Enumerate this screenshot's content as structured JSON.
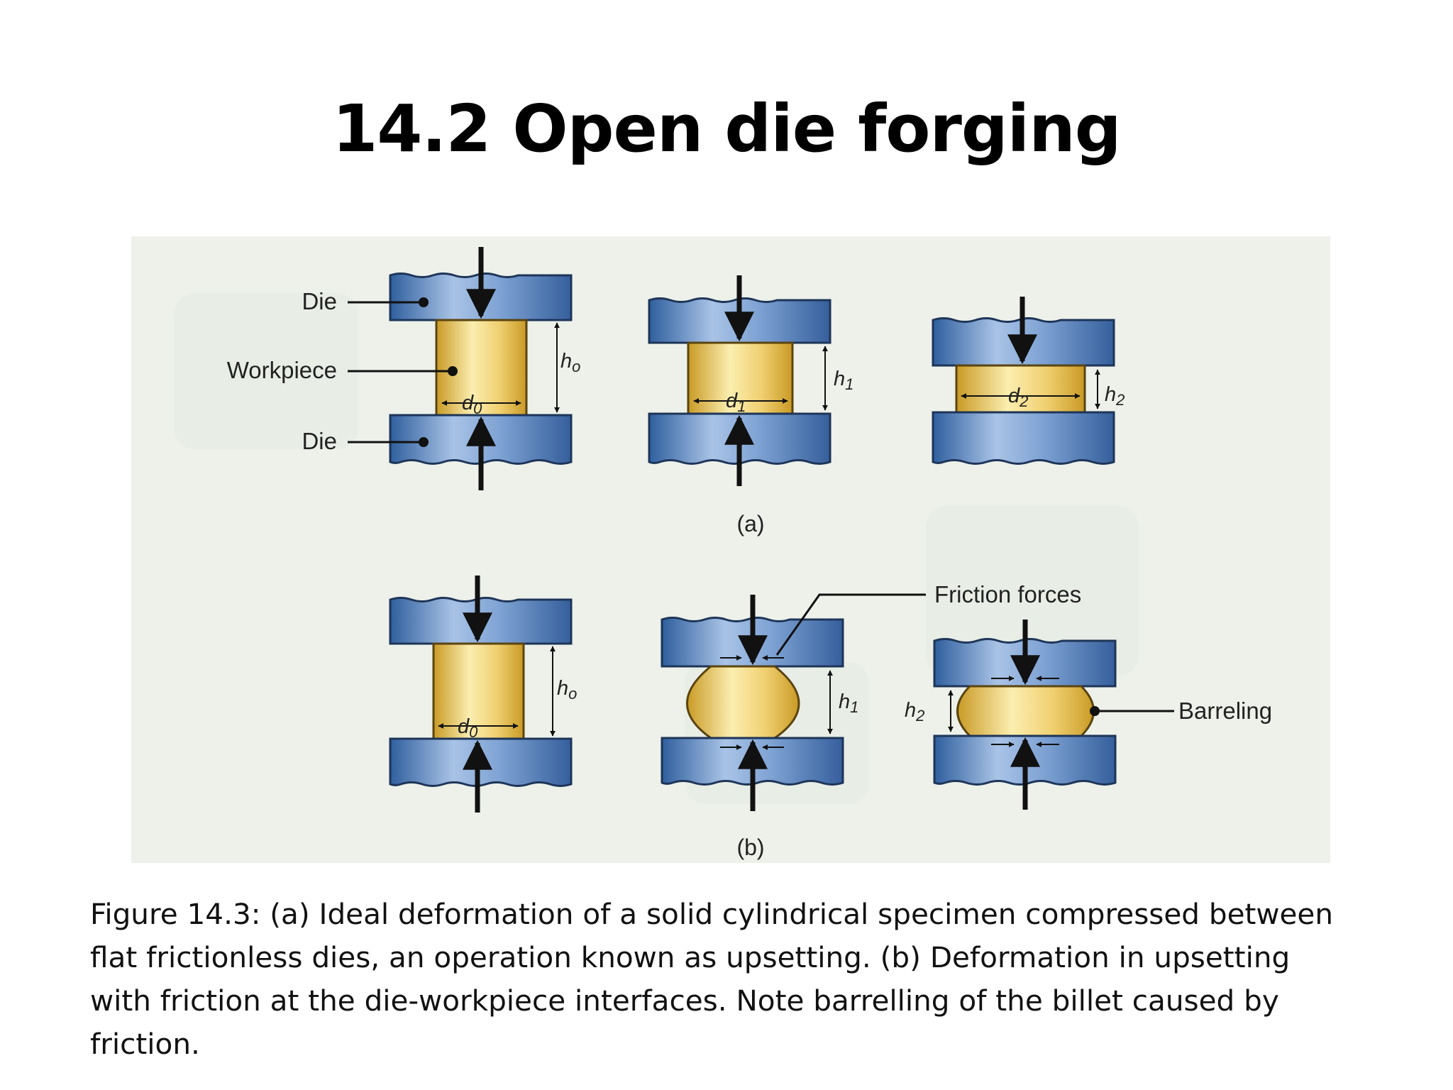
{
  "slide": {
    "title": "14.2 Open die forging"
  },
  "figure": {
    "labels": {
      "die_top": "Die",
      "workpiece": "Workpiece",
      "die_bottom": "Die",
      "friction_forces": "Friction forces",
      "barreling": "Barreling"
    },
    "panel_a_label": "(a)",
    "panel_b_label": "(b)",
    "dimension_labels": {
      "d0": "d",
      "d0_sub": "0",
      "d1": "d",
      "d1_sub": "1",
      "d2": "d",
      "d2_sub": "2",
      "h0": "h",
      "h0_sub": "o",
      "h1": "h",
      "h1_sub": "1",
      "h2": "h",
      "h2_sub": "2"
    },
    "colors": {
      "die": "#4a78b8",
      "die_light": "#a9c3e6",
      "workpiece": "#e8c456",
      "workpiece_light": "#fbeeb0",
      "background": "#edf1ea"
    }
  },
  "caption": {
    "lines": [
      "Figure 14.3: (a) Ideal deformation of a solid  cylindrical specimen compressed between",
      "flat  frictionless dies, an operation known  as upsetting. (b) Deformation in upsetting",
      "with friction at the die-workpiece interfaces. Note barrelling of the billet caused by",
      "friction."
    ]
  }
}
